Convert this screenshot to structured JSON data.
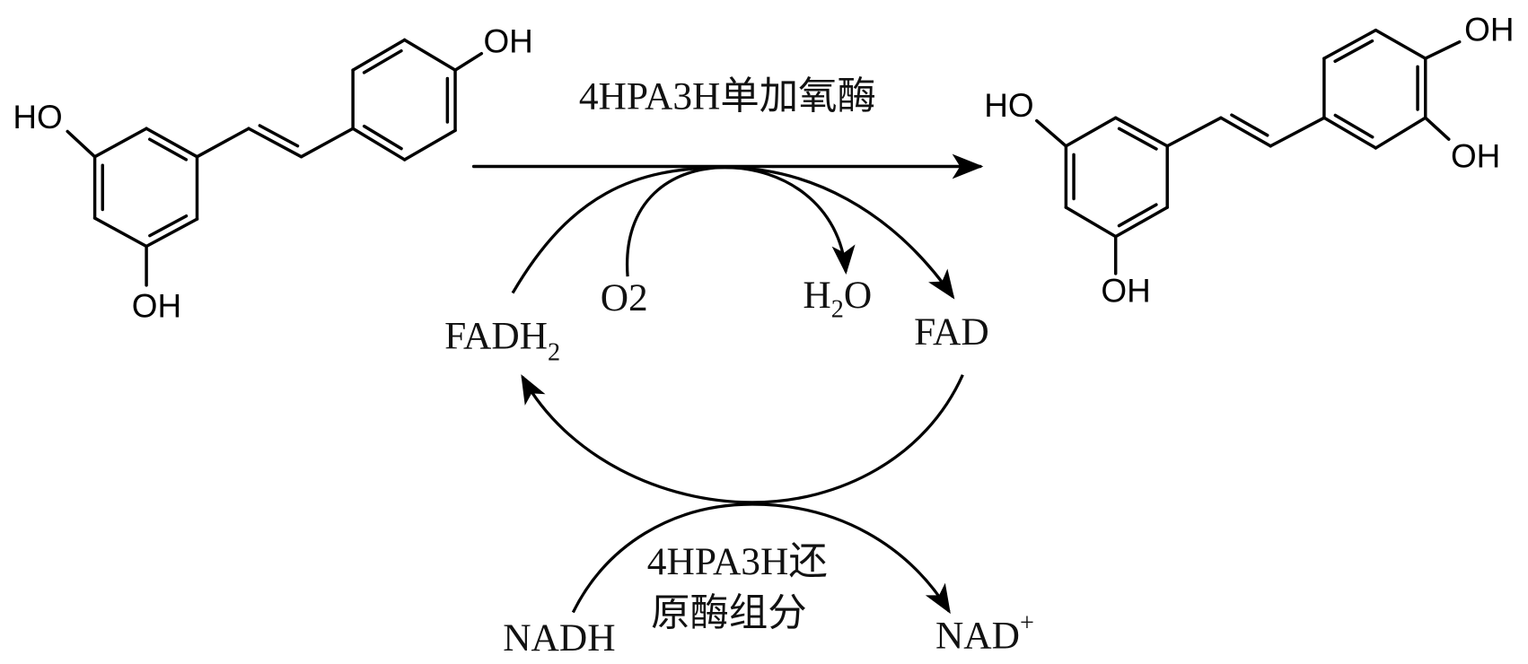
{
  "reactant": {
    "name_atoms": [
      "HO",
      "OH",
      "OH"
    ]
  },
  "product": {
    "name_atoms": [
      "HO",
      "OH",
      "OH",
      "OH"
    ]
  },
  "main_arrow": {
    "enzyme_label": "4HPA3H单加氧酶"
  },
  "cycle": {
    "o2": "O2",
    "h2o": {
      "h": "H",
      "sub": "2",
      "o": "O"
    },
    "fadh2": {
      "main": "FADH",
      "sub": "2"
    },
    "fad": "FAD",
    "nadh": "NADH",
    "nad": {
      "main": "NAD",
      "sup": "+"
    },
    "reductase_label": [
      "4HPA3H还",
      "原酶组分"
    ]
  }
}
